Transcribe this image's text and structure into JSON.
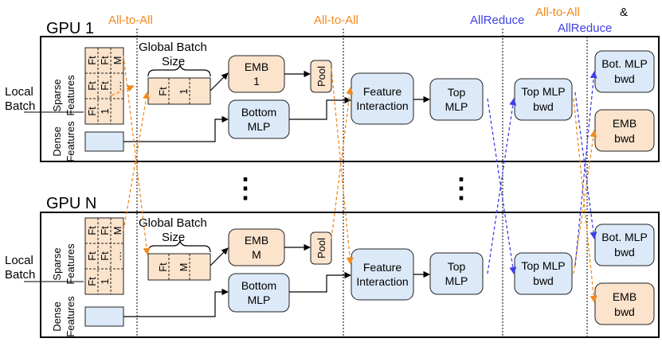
{
  "colors": {
    "orange_fill": "#fbe3cc",
    "blue_fill": "#dce9f8",
    "stroke": "#222222",
    "all_to_all": "#f08a1e",
    "all_reduce": "#3f3fe6"
  },
  "labels": {
    "gpu1": "GPU 1",
    "gpuN": "GPU N",
    "phase1": "All-to-All",
    "phase2": "All-to-All",
    "phase3": "AllReduce",
    "phase4a": "All-to-All",
    "phase4amp": "&",
    "phase4b": "AllReduce",
    "local1": "Local",
    "local2": "Batch",
    "sparse": "Sparse",
    "features": "Features",
    "dense": "Dense",
    "global1": "Global Batch",
    "global2": "Size",
    "ft": "Ft",
    "one": "1",
    "m": "M",
    "dots": "…",
    "vdots": "⋮"
  },
  "gpu1": {
    "emb_line1": "EMB",
    "emb_line2": "1",
    "gb_right": "1",
    "pool": "Pool",
    "bottom_line1": "Bottom",
    "bottom_line2": "MLP",
    "fi_line1": "Feature",
    "fi_line2": "Interaction",
    "top_line1": "Top",
    "top_line2": "MLP",
    "topbwd_line1": "Top MLP",
    "topbwd_line2": "bwd",
    "botbwd_line1": "Bot. MLP",
    "botbwd_line2": "bwd",
    "embbwd_line1": "EMB",
    "embbwd_line2": "bwd"
  },
  "gpuN": {
    "emb_line1": "EMB",
    "emb_line2": "M",
    "gb_right": "M",
    "pool": "Pool",
    "bottom_line1": "Bottom",
    "bottom_line2": "MLP",
    "fi_line1": "Feature",
    "fi_line2": "Interaction",
    "top_line1": "Top",
    "top_line2": "MLP",
    "topbwd_line1": "Top MLP",
    "topbwd_line2": "bwd",
    "botbwd_line1": "Bot. MLP",
    "botbwd_line2": "bwd",
    "embbwd_line1": "EMB",
    "embbwd_line2": "bwd"
  }
}
